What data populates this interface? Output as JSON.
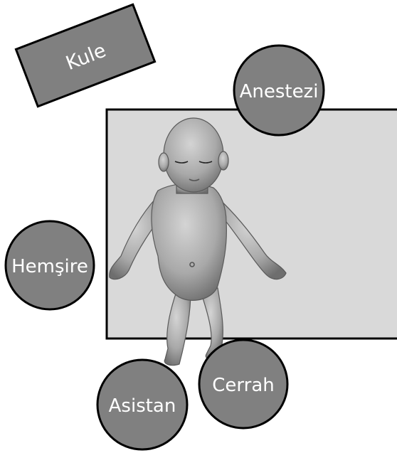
{
  "colors": {
    "background": "#ffffff",
    "table_fill": "#d9d9d9",
    "marker_fill": "#808080",
    "outline": "#000000",
    "label_text": "#ffffff",
    "infant_skin": "#a9a9a9"
  },
  "labels": {
    "tower": "Kule",
    "anesthesia": "Anestezi",
    "nurse": "Hemşire",
    "surgeon": "Cerrah",
    "assistant": "Asistan"
  }
}
